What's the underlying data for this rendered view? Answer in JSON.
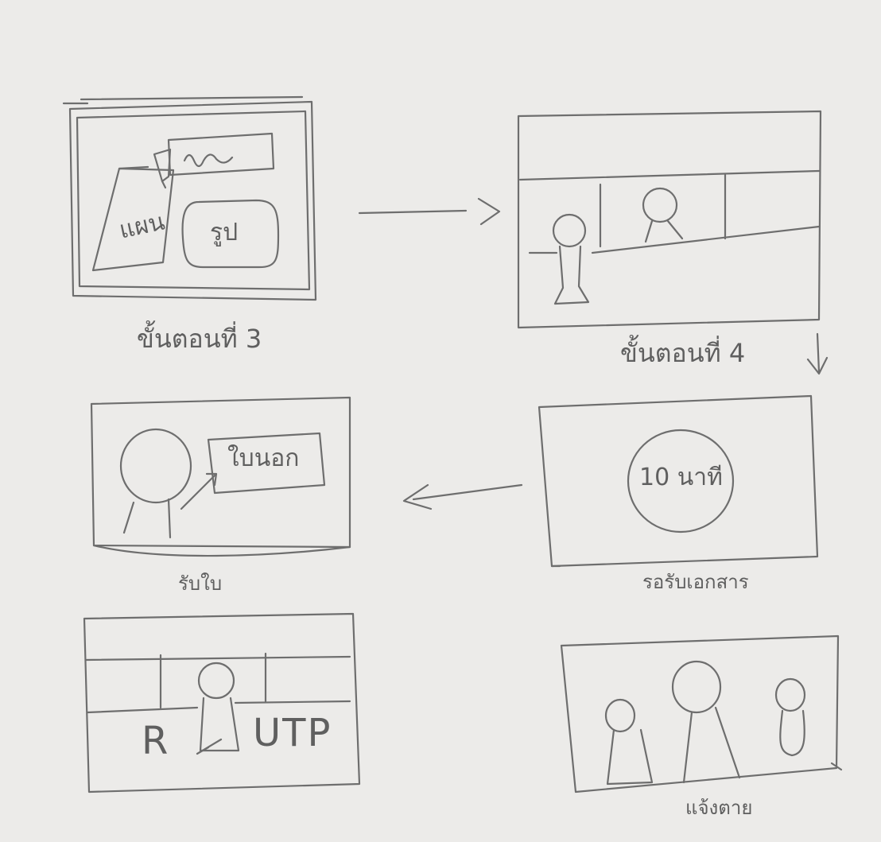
{
  "panels": {
    "step3": {
      "caption": "ขั้นตอนที่ 3",
      "map_label": "แผน",
      "picture_label": "รูป"
    },
    "step4": {
      "caption": "ขั้นตอนที่ 4"
    },
    "wait": {
      "caption": "รอรับเอกสาร",
      "timer_label": "10 นาที"
    },
    "receive": {
      "caption": "รับใบ",
      "slip_label": "ใบนอก"
    },
    "gate": {
      "left_sign": "R",
      "right_sign": "UTP"
    },
    "farewell": {
      "caption": "แจ้งตาย"
    }
  }
}
